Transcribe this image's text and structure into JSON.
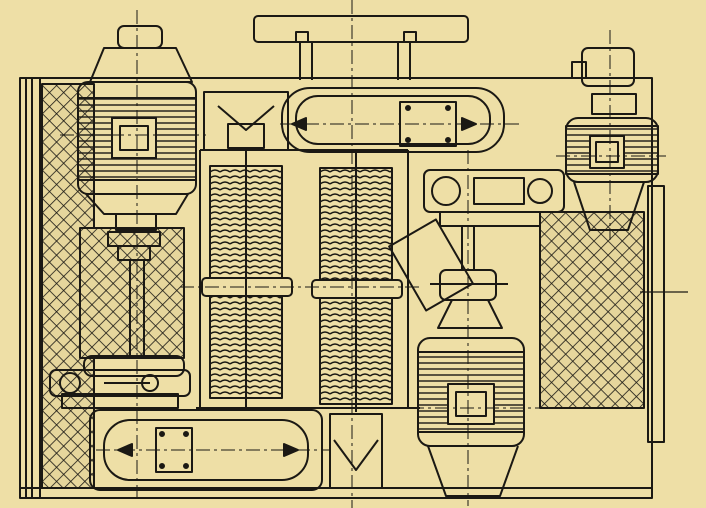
{
  "drawing": {
    "kind": "engineering line drawing (elevation) of a mechanical hoist/drive assembly",
    "components": {
      "motor_left_top": "electric-motor",
      "motor_right_top": "electric-motor",
      "motor_right_bottom": "electric-motor",
      "drum_left": "rope-drum",
      "drum_right": "rope-drum",
      "gearbox_top": "reduction-gearbox",
      "gearbox_bottom": "reduction-gearbox",
      "brake_left": "shoe-brake",
      "brake_right": "shoe-brake",
      "guard_left": "mesh-guard",
      "guard_right": "mesh-guard"
    },
    "colors": {
      "paper": "#eedfa6",
      "ink": "#1b1914",
      "mesh_fill": "#e6d69c"
    }
  }
}
